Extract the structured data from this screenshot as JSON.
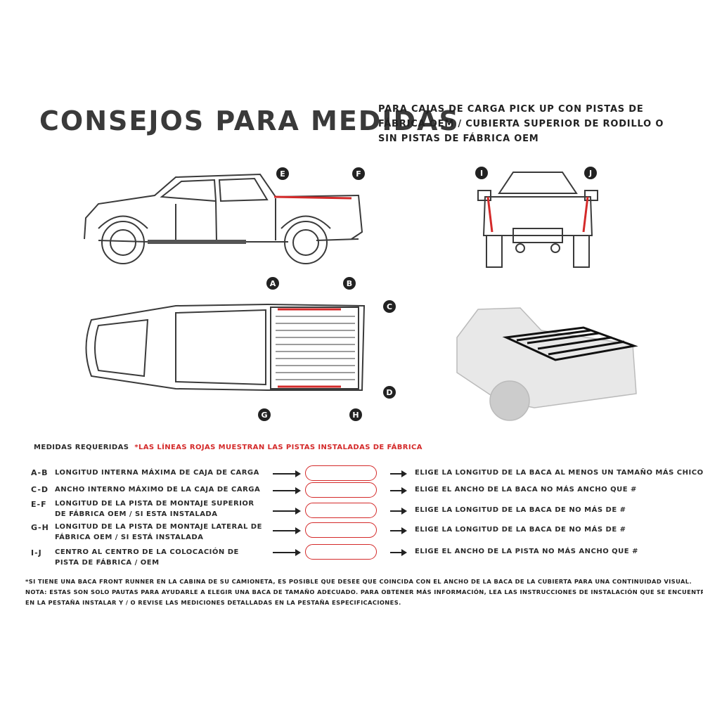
{
  "header": {
    "title": "CONSEJOS PARA MEDIDAS",
    "subtitle": "PARA CAJAS DE CARGA PICK UP CON PISTAS DE FÁBRICA OEM / CUBIERTA SUPERIOR DE RODILLO O SIN PISTAS DE FÁBRICA OEM"
  },
  "markers": {
    "A": "A",
    "B": "B",
    "C": "C",
    "D": "D",
    "E": "E",
    "F": "F",
    "G": "G",
    "H": "H",
    "I": "I",
    "J": "J"
  },
  "legend": {
    "label": "MEDIDAS REQUERIDAS",
    "note": "*LAS LÍNEAS ROJAS MUESTRAN LAS PISTAS INSTALADAS DE FÁBRICA"
  },
  "rows": [
    {
      "code": "A-B",
      "desc": "LONGITUD INTERNA MÁXIMA DE CAJA DE CARGA",
      "result": "ELIGE LA LONGITUD DE LA BACA AL MENOS UN TAMAÑO MÁS CHICO QUE #"
    },
    {
      "code": "C-D",
      "desc": "ANCHO INTERNO MÁXIMO DE LA CAJA DE CARGA",
      "result": "ELIGE EL ANCHO DE LA BACA NO MÁS ANCHO QUE #"
    },
    {
      "code": "E-F",
      "desc": "LONGITUD DE LA PISTA DE MONTAJE SUPERIOR DE FÁBRICA OEM / SI ESTA INSTALADA",
      "result": "ELIGE LA LONGITUD DE LA BACA DE NO MÁS DE #"
    },
    {
      "code": "G-H",
      "desc": "LONGITUD DE LA PISTA DE MONTAJE LATERAL DE FÁBRICA OEM / SI ESTÁ INSTALADA",
      "result": "ELIGE LA LONGITUD DE LA BACA DE NO MÁS DE #"
    },
    {
      "code": "I-J",
      "desc": "CENTRO AL CENTRO DE LA COLOCACIÓN DE PISTA DE FÁBRICA / OEM",
      "result": "ELIGE EL ANCHO DE LA PISTA NO MÁS ANCHO QUE #"
    }
  ],
  "notes": {
    "line1": "*SI TIENE UNA BACA FRONT RUNNER EN LA CABINA DE SU CAMIONETA, ES POSIBLE QUE DESEE QUE COINCIDA CON EL ANCHO DE LA BACA DE LA CUBIERTA PARA UNA CONTINUIDAD VISUAL.",
    "line2": "NOTA: ESTAS SON SOLO PAUTAS PARA AYUDARLE A ELEGIR UNA BACA DE TAMAÑO ADECUADO. PARA OBTENER MÁS INFORMACIÓN, LEA LAS INSTRUCCIONES DE INSTALACIÓN QUE SE ENCUENTRAN",
    "line3": "EN LA PESTAÑA INSTALAR Y / O REVISE LAS MEDICIONES DETALLADAS EN LA PESTAÑA ESPECIFICACIONES."
  },
  "colors": {
    "accent_red": "#d42a2a",
    "outline": "#3a3a3a",
    "marker": "#222222"
  },
  "icons": [
    "side-truck-illustration",
    "rear-truck-illustration",
    "top-truck-illustration",
    "rack-truck-illustration"
  ]
}
